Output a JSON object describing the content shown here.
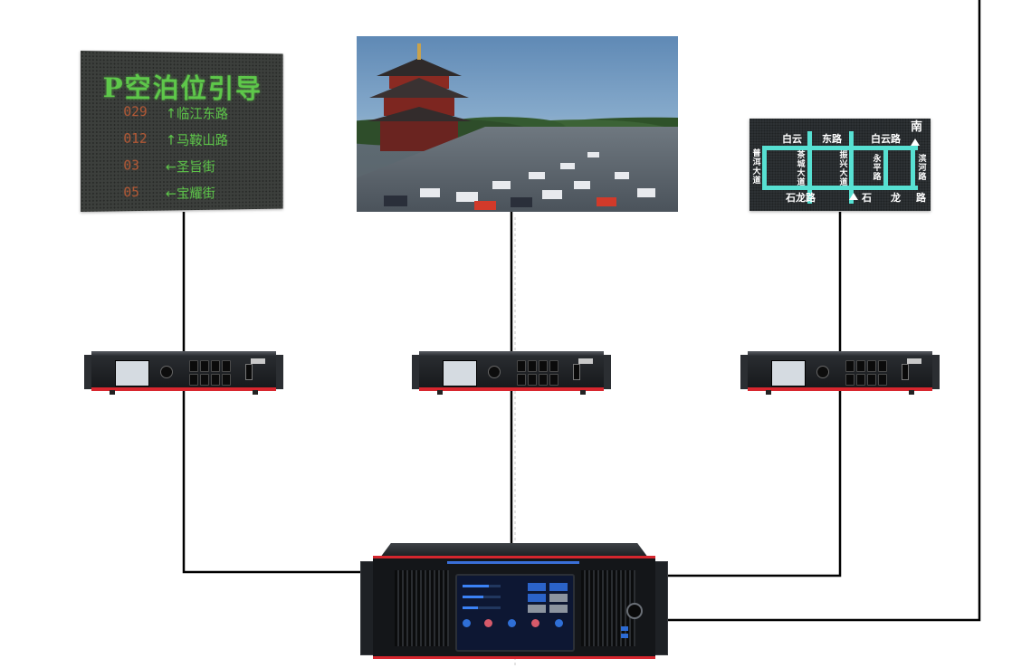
{
  "parking_sign": {
    "title": "P空泊位引导",
    "rows": [
      {
        "count": "029",
        "label": "↑临江东路"
      },
      {
        "count": "012",
        "label": "↑马鞍山路"
      },
      {
        "count": "03",
        "label": "←圣旨街"
      },
      {
        "count": "05",
        "label": "←宝耀街"
      }
    ]
  },
  "map_sign": {
    "top_road_left": "白云",
    "top_road_mid": "东路",
    "top_road_right": "白云路",
    "south_label": "南",
    "bottom_road_left": "石龙路",
    "bottom_road_mid": "石",
    "bottom_road_right": "龙",
    "bottom_road_end": "路",
    "v_road_1": "普洱大道",
    "v_road_2": "茶城大道",
    "v_road_3": "振兴大道",
    "v_road_4": "永平路",
    "v_road_5": "滨河路"
  },
  "colors": {
    "led_green": "#5ec84a",
    "led_amber": "#b65a36",
    "map_road": "#57e0d2",
    "device_red": "#d8262e",
    "wire": "#000000"
  },
  "icons": [
    "receiver-device",
    "controller-device",
    "power-button-icon"
  ]
}
